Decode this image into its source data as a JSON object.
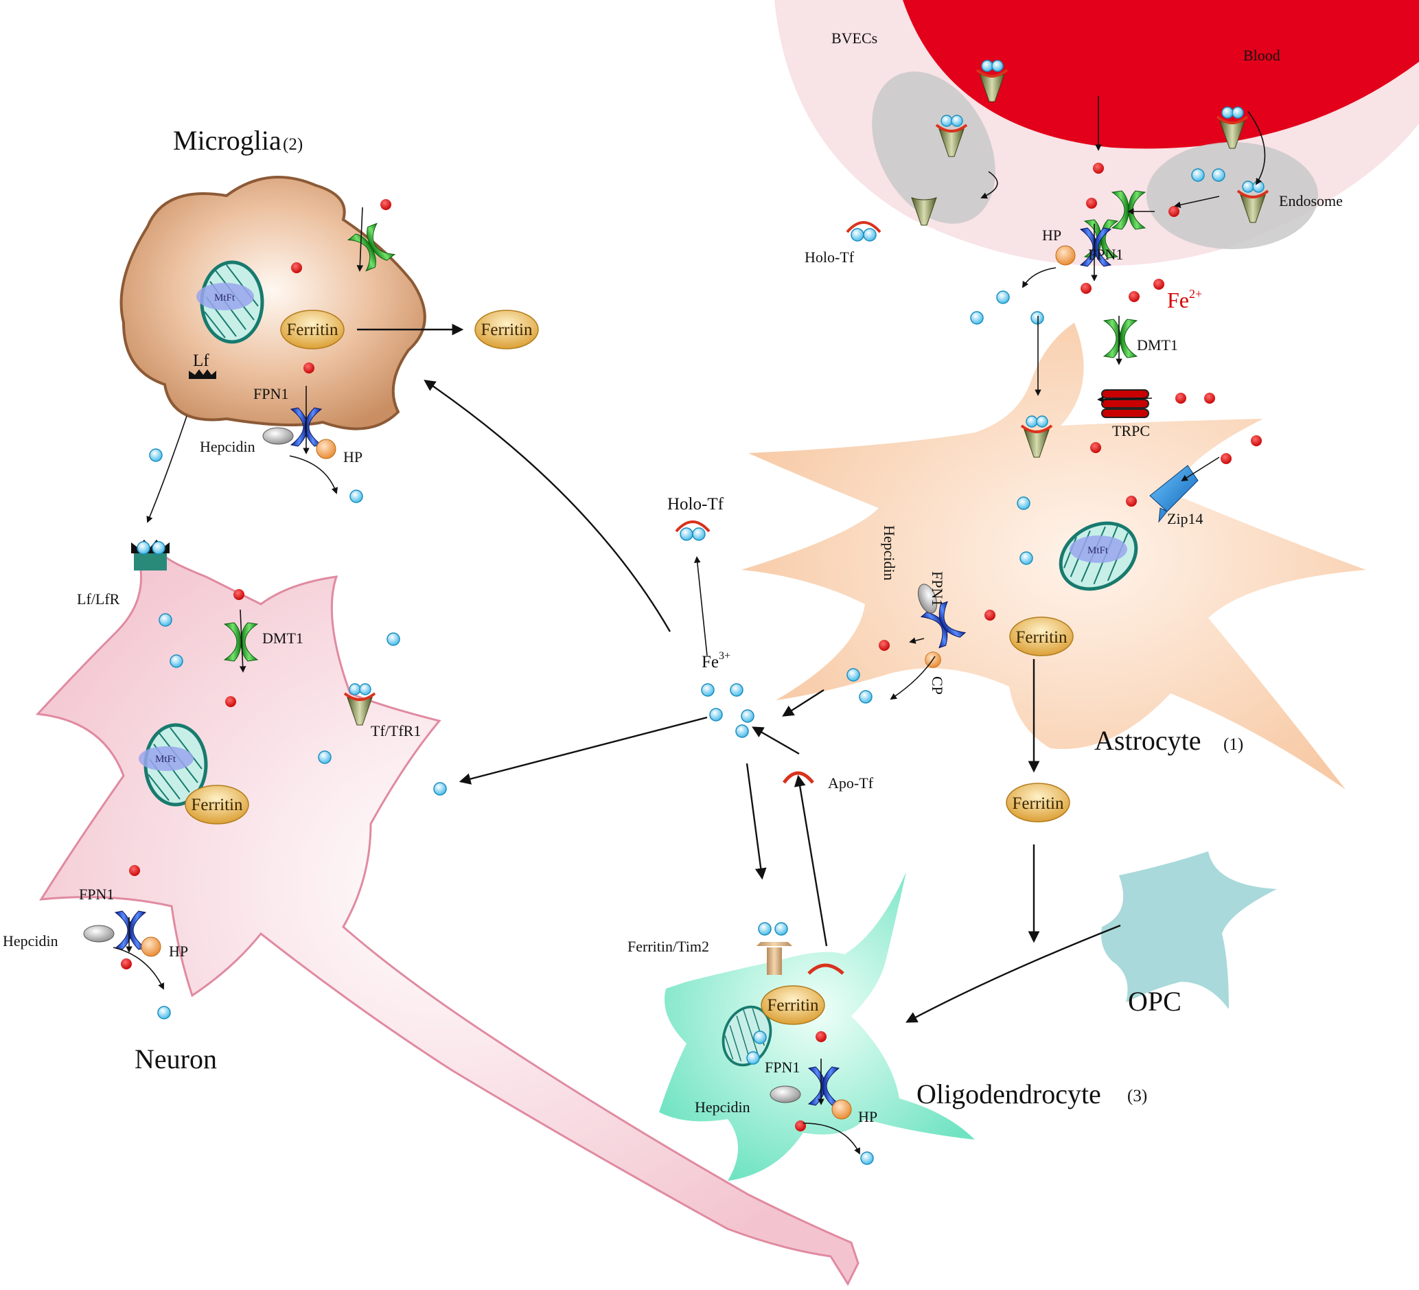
{
  "labels": {
    "bvecs": "BVECs",
    "blood": "Blood",
    "endosome": "Endosome",
    "holo_tf_top": "Holo-Tf",
    "hp_top": "HP",
    "fpn1_top": "FPN1",
    "fe2": "Fe",
    "fe2_sup": "2+",
    "dmt1_astro": "DMT1",
    "trpc": "TRPC",
    "zip14": "Zip14",
    "hepcidin_astro": "Hepcidin",
    "fpn1_astro": "FPN1",
    "cp": "CP",
    "ferritin": "Ferritin",
    "mtft": "MtFt",
    "astrocyte": "Astrocyte",
    "astrocyte_num": "(1)",
    "microglia": "Microglia",
    "microglia_num": "(2)",
    "lf": "Lf",
    "fpn1_micro": "FPN1",
    "hepcidin_micro": "Hepcidin",
    "hp_micro": "HP",
    "holo_tf_center": "Holo-Tf",
    "fe3": "Fe",
    "fe3_sup": "3+",
    "apo_tf": "Apo-Tf",
    "lf_lfr": "Lf/LfR",
    "dmt1_neuron": "DMT1",
    "tf_tfr1": "Tf/TfR1",
    "fpn1_neuron": "FPN1",
    "hepcidin_neuron": "Hepcidin",
    "hp_neuron": "HP",
    "neuron": "Neuron",
    "ferritin_tim2": "Ferritin/Tim2",
    "fpn1_oligo": "FPN1",
    "hepcidin_oligo": "Hepcidin",
    "hp_oligo": "HP",
    "oligodendrocyte": "Oligodendrocyte",
    "oligo_num": "(3)",
    "opc": "OPC"
  },
  "colors": {
    "blood": "#e2001a",
    "vessel_wall": "#f8e3e6",
    "astrocyte": "#f7ccaa",
    "microglia": "#d09a72",
    "neuron": "#f5cdd6",
    "oligodendrocyte": "#7de8c8",
    "opc": "#a9d9da",
    "fe2_dot": "#d40000",
    "fe3_dot": "#5ecbf0",
    "ferritin": "#e9b24e",
    "dmt1": "#2eb82e",
    "fpn1": "#1f3fd6",
    "transferrin": "#d9321c"
  },
  "icons": [
    "dmt1-channel-icon",
    "fpn1-channel-icon",
    "tfr1-receptor-icon",
    "ferritin-icon",
    "mitochondrion-icon",
    "trpc-channel-icon",
    "zip14-transporter-icon",
    "holo-tf-icon",
    "apo-tf-icon",
    "lf-receptor-icon"
  ]
}
